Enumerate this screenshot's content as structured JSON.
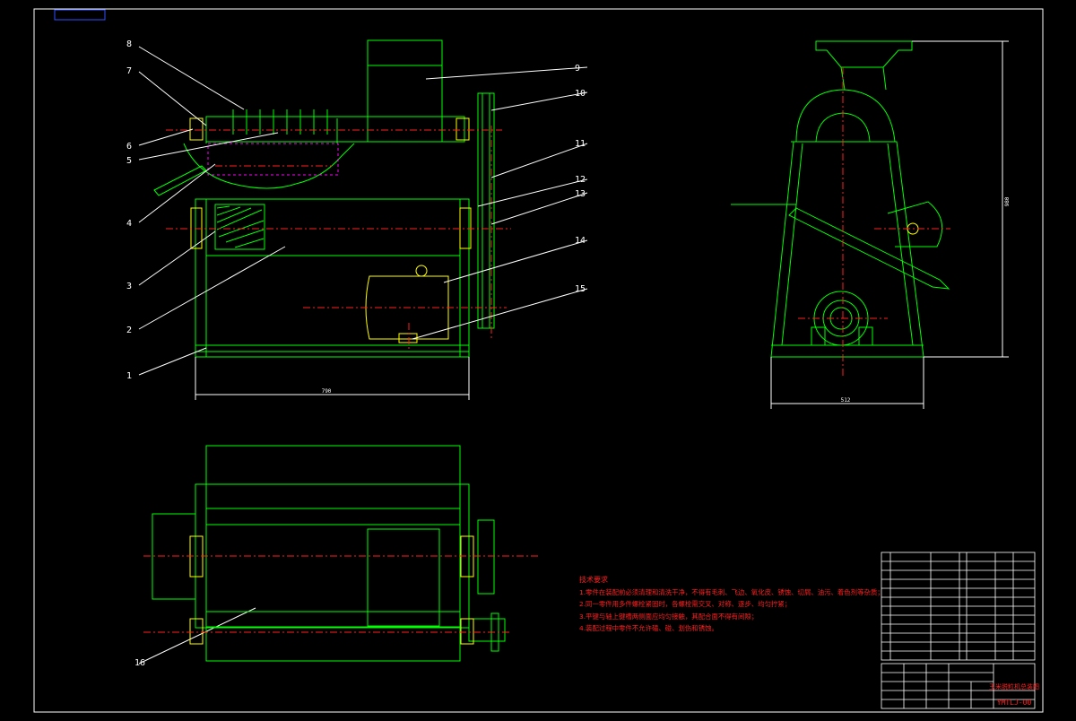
{
  "colors": {
    "background": "#000000",
    "outline": "#00ff00",
    "centerline": "#ff2020",
    "hatch": "#ff00ff",
    "dimension": "#ffffff",
    "highlight": "#ffff00",
    "table": "#ffffff"
  },
  "callouts": [
    "1",
    "2",
    "3",
    "4",
    "5",
    "6",
    "7",
    "8",
    "9",
    "10",
    "11",
    "12",
    "13",
    "14",
    "15",
    "16"
  ],
  "dimensions": {
    "front_width": "790",
    "side_width": "512",
    "side_height": "980"
  },
  "tech_requirements": {
    "title": "技术要求",
    "items": [
      "1.零件在装配前必须清理和清洗干净，不得有毛刺、飞边、氧化皮、锈蚀、切屑、油污、着色剂等杂质；",
      "2.同一零件用多件螺栓紧固时，各螺栓需交叉、对称、逐步、均匀拧紧；",
      "3.平键与轴上键槽两侧面应均匀接触，其配合面不得有间隙；",
      "4.装配过程中零件不允许磕、碰、划伤和锈蚀。"
    ]
  },
  "title_block": {
    "drawing_name": "玉米脱粒机总装图",
    "drawing_number": "YMTLJ-00"
  }
}
